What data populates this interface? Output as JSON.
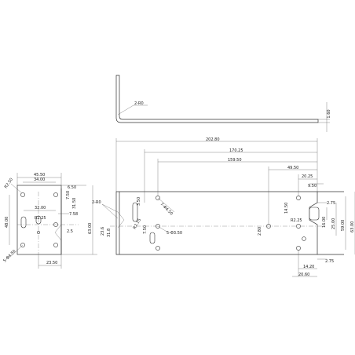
{
  "views": {
    "side": {
      "callout": "2-R0",
      "thickness": "1.60"
    },
    "left_plate": {
      "radius": "R2.50",
      "width_overall": "45.50",
      "width_holes": "34.00",
      "left_slot_pitch": "32.00",
      "offset_a": "6.50",
      "offset_b": "7.50",
      "offset_c": "31.50",
      "slot_offset": "7.58",
      "radius_b": "R2.25",
      "offset_d": "2.5",
      "height_left": "48.00",
      "height_right": "63.00",
      "hole_callout": "5-Φ4.50",
      "bottom_width": "23.50"
    },
    "front_plate": {
      "overall_width": "202.80",
      "dim_170": "170.25",
      "dim_159": "159.50",
      "dim_49": "49.50",
      "dim_20_25": "20.25",
      "dim_9_50": "9.50",
      "dim_3_50": "3.50",
      "dim_7_50": "7.50",
      "dim_2_75_top": "2.75",
      "dim_2_75_bot": "2.75",
      "dim_16_00": "16.00",
      "dim_25_00": "25.00",
      "dim_59_00": "59.00",
      "dim_63_00": "63.00",
      "dim_14_50": "14.50",
      "dim_2_80": "2.80",
      "dim_14_20": "14.20",
      "dim_20_60": "20.60",
      "hole_callout_a": "7-Φ4.50",
      "hole_callout_b": "5-Φ3.50",
      "radius_a": "R2.25",
      "radius_b": "R2.25",
      "left_dim_a": "23.6",
      "left_dim_b": "31.8",
      "small_callout": "2-R0"
    }
  }
}
